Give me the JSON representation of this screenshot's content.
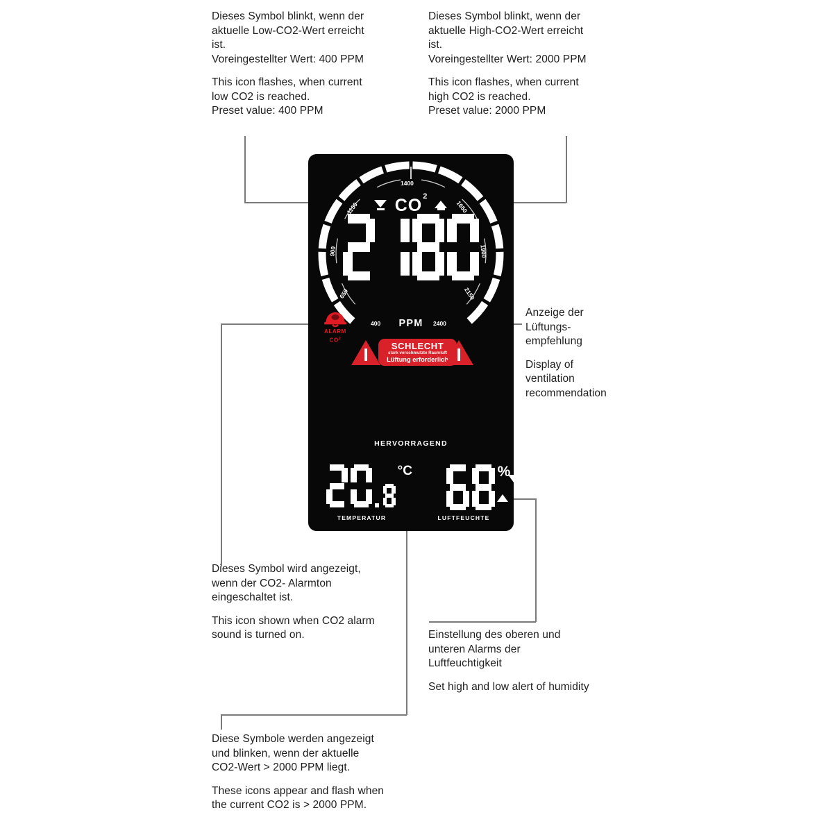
{
  "annotations": {
    "low_co2": {
      "de": [
        "Dieses Symbol blinkt, wenn der",
        "aktuelle Low-CO2-Wert erreicht",
        "ist.",
        "Voreingestellter Wert: 400 PPM"
      ],
      "en": [
        "This icon flashes, when current",
        "low CO2 is reached.",
        "Preset value: 400 PPM"
      ]
    },
    "high_co2": {
      "de": [
        "Dieses Symbol blinkt, wenn der",
        "aktuelle High-CO2-Wert erreicht",
        "ist.",
        "Voreingestellter Wert: 2000 PPM"
      ],
      "en": [
        "This icon flashes, when current",
        "high CO2 is reached.",
        "Preset value: 2000 PPM"
      ]
    },
    "ventilation": {
      "de": [
        "Anzeige der",
        "Lüftungs-",
        "empfehlung"
      ],
      "en": [
        "Display of",
        "ventilation",
        "recommendation"
      ]
    },
    "alarm_sound": {
      "de": [
        "Dieses Symbol wird angezeigt,",
        "wenn der CO2- Alarmton",
        "eingeschaltet ist."
      ],
      "en": [
        "This icon shown when CO2 alarm",
        "sound is turned on."
      ]
    },
    "humidity_alert": {
      "de": [
        "Einstellung des oberen und",
        "unteren Alarms der",
        "Luftfeuchtigkeit"
      ],
      "en": [
        "Set high and low alert of humidity"
      ]
    },
    "warning_triangles": {
      "de": [
        "Diese Symbole werden angezeigt",
        "und blinken, wenn der aktuelle",
        "CO2-Wert > 2000 PPM liegt."
      ],
      "en": [
        "These icons appear and flash when",
        "the current CO2 is > 2000 PPM."
      ]
    }
  },
  "device": {
    "co2": {
      "title": "CO",
      "title_sup": "2",
      "value": "2180",
      "unit": "PPM",
      "low_icon": "triangle-down-low-alert-icon",
      "high_icon": "triangle-up-high-alert-icon"
    },
    "gauge": {
      "min_label": "400",
      "max_label": "2400",
      "ticks": [
        "400",
        "650",
        "900",
        "1150",
        "1400",
        "1650",
        "1900",
        "2150",
        "2400"
      ],
      "active_color": "#ffffff",
      "track_color": "#3a3a3a"
    },
    "alarm": {
      "icon": "alarm-bell-icon",
      "line1": "ALARM",
      "line2": "CO",
      "line2_sup": "2",
      "color": "#e01b24"
    },
    "ventilation_banner": {
      "headline": "SCHLECHT",
      "sub1": "stark verschmutzte Raumluft",
      "sub2": "Lüftung erforderlich",
      "color": "#d9212a"
    },
    "quality_word": "HERVORRAGEND",
    "temperature": {
      "value": "20.8",
      "unit": "°C",
      "caption": "TEMPERATUR"
    },
    "humidity": {
      "value": "68",
      "unit": "%",
      "caption": "LUFTFEUCHTE",
      "hi_icon": "arrow-up-icon",
      "lo_icon": "arrow-down-icon"
    }
  }
}
